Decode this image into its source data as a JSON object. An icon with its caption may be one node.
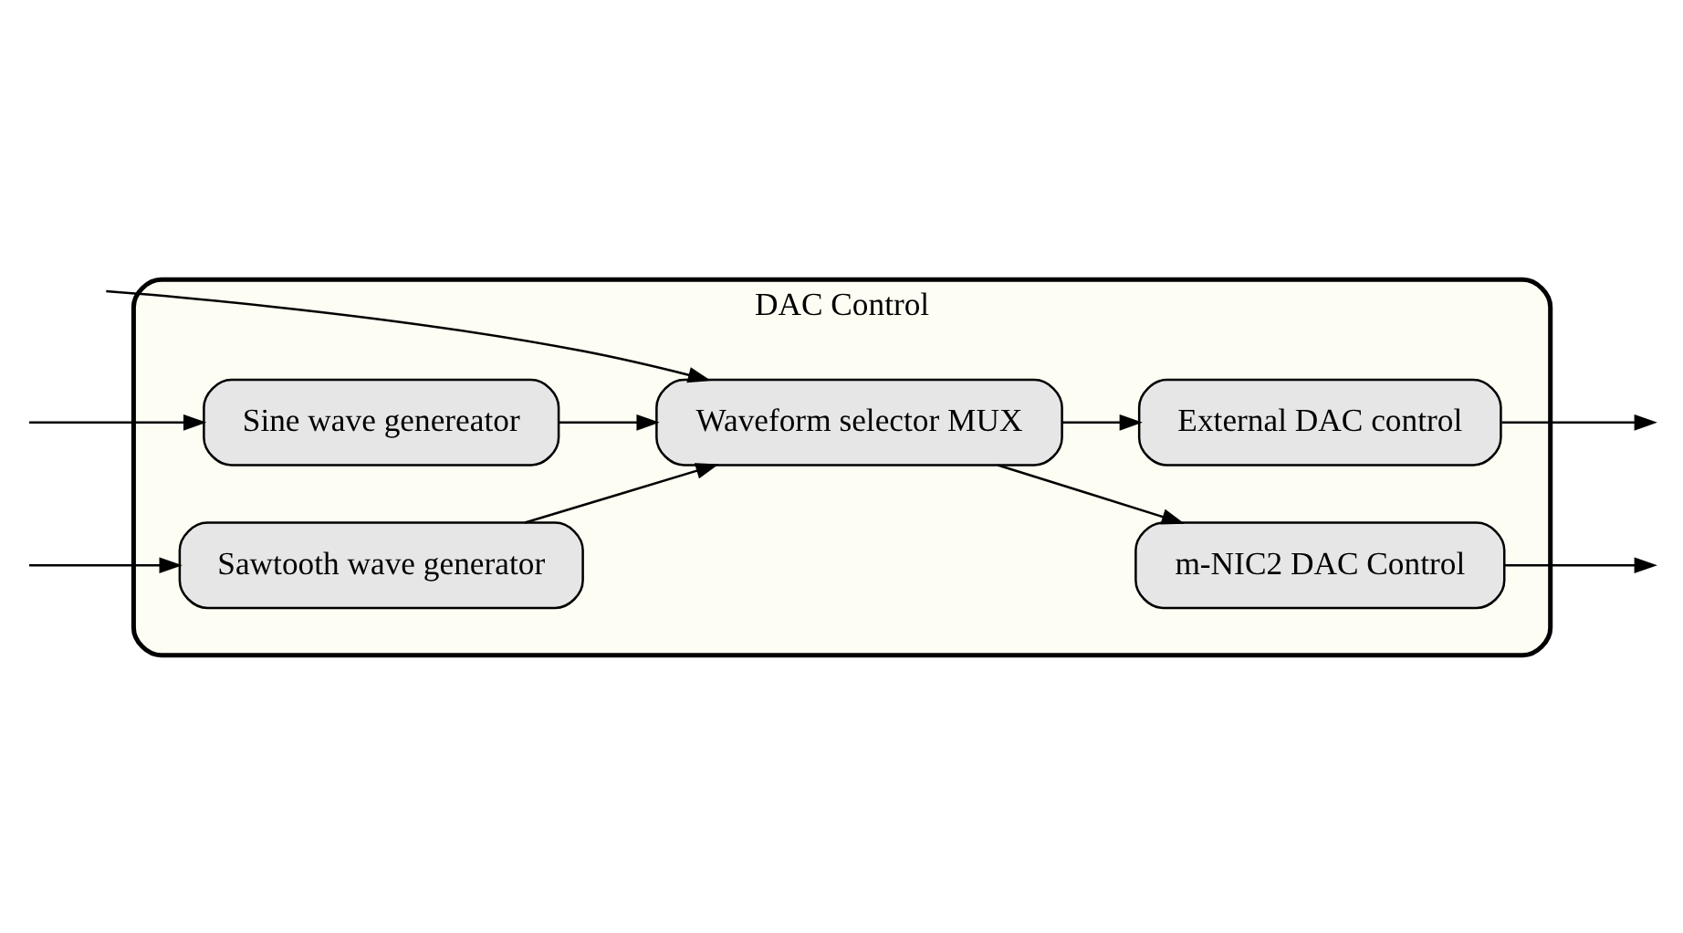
{
  "diagram": {
    "nodes": [
      {
        "text": [
          "DAC Control"
        ]
      },
      {
        "text": [
          "Sine wave genereator"
        ],
        "in": 0
      },
      {
        "text": [
          "Sawtooth wave generator"
        ],
        "in": 0
      },
      {
        "text": [
          "Waveform selector MUX"
        ],
        "in": 0
      },
      {
        "text": [
          "External DAC control"
        ],
        "in": 0
      },
      {
        "text": [
          "m-NIC2 DAC Control"
        ],
        "in": 0
      }
    ],
    "edges": [
      {
        "from": null,
        "to": 3,
        "arrow": "to"
      },
      {
        "from": null,
        "to": 1,
        "arrow": "to"
      },
      {
        "from": null,
        "to": 2,
        "arrow": "to"
      },
      {
        "from": 1,
        "to": 3,
        "arrow": "to"
      },
      {
        "from": 2,
        "to": 3,
        "arrow": "to"
      },
      {
        "from": 3,
        "to": 4,
        "arrow": "to"
      },
      {
        "from": 3,
        "to": 5,
        "arrow": "to"
      },
      {
        "from": 4,
        "to": null,
        "arrow": "to"
      },
      {
        "from": 5,
        "to": null,
        "arrow": "to"
      }
    ]
  }
}
